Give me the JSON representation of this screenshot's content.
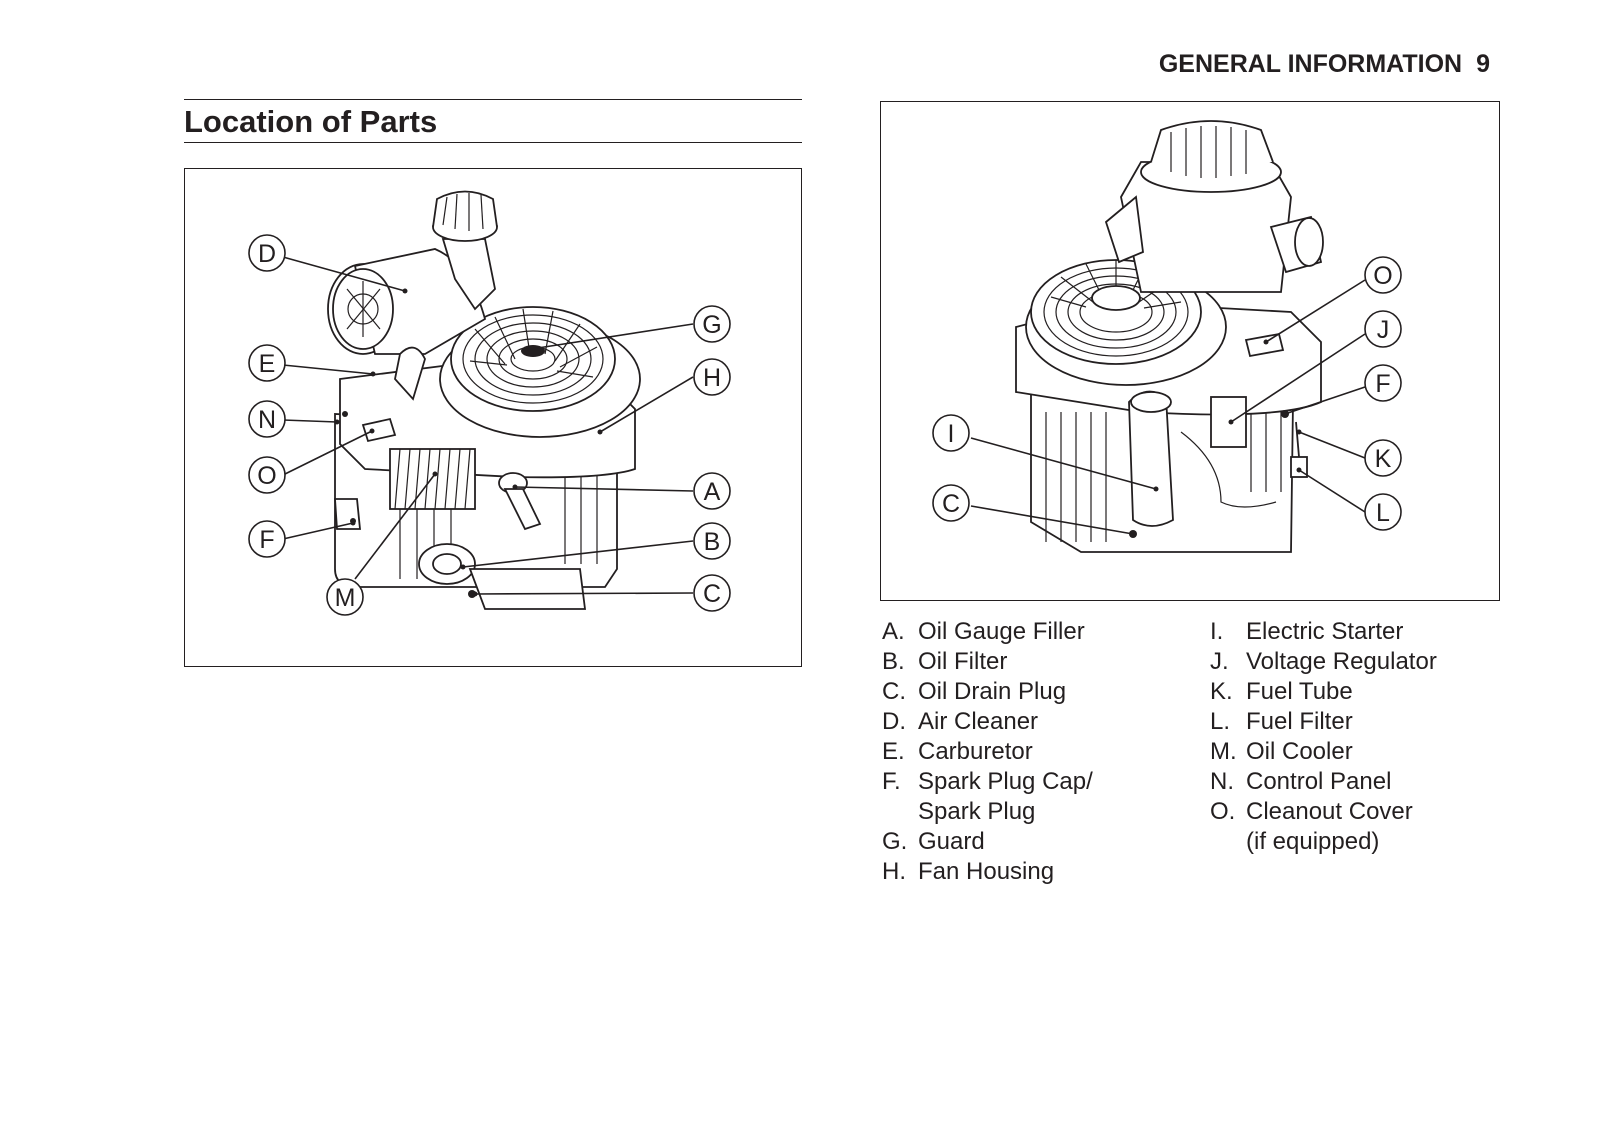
{
  "header": {
    "section": "GENERAL INFORMATION",
    "page_number": "9"
  },
  "title": "Location of Parts",
  "figure_left": {
    "callouts": [
      "D",
      "E",
      "N",
      "O",
      "F",
      "M",
      "G",
      "H",
      "A",
      "B",
      "C"
    ]
  },
  "figure_right": {
    "callouts": [
      "I",
      "C",
      "O",
      "J",
      "F",
      "K",
      "L"
    ]
  },
  "legend": {
    "column1": [
      {
        "letter": "A.",
        "text": "Oil Gauge Filler"
      },
      {
        "letter": "B.",
        "text": "Oil Filter"
      },
      {
        "letter": "C.",
        "text": "Oil Drain Plug"
      },
      {
        "letter": "D.",
        "text": "Air Cleaner"
      },
      {
        "letter": "E.",
        "text": "Carburetor"
      },
      {
        "letter": "F.",
        "text": "Spark Plug Cap/"
      },
      {
        "letter": "",
        "text": "Spark Plug"
      },
      {
        "letter": "G.",
        "text": "Guard"
      },
      {
        "letter": "H.",
        "text": "Fan Housing"
      }
    ],
    "column2": [
      {
        "letter": "I.",
        "text": "Electric Starter"
      },
      {
        "letter": "J.",
        "text": "Voltage Regulator"
      },
      {
        "letter": "K.",
        "text": "Fuel Tube"
      },
      {
        "letter": "L.",
        "text": "Fuel Filter"
      },
      {
        "letter": "M.",
        "text": "Oil Cooler"
      },
      {
        "letter": "N.",
        "text": "Control Panel"
      },
      {
        "letter": "O.",
        "text": "Cleanout Cover"
      },
      {
        "letter": "",
        "text": "(if equipped)"
      }
    ]
  }
}
